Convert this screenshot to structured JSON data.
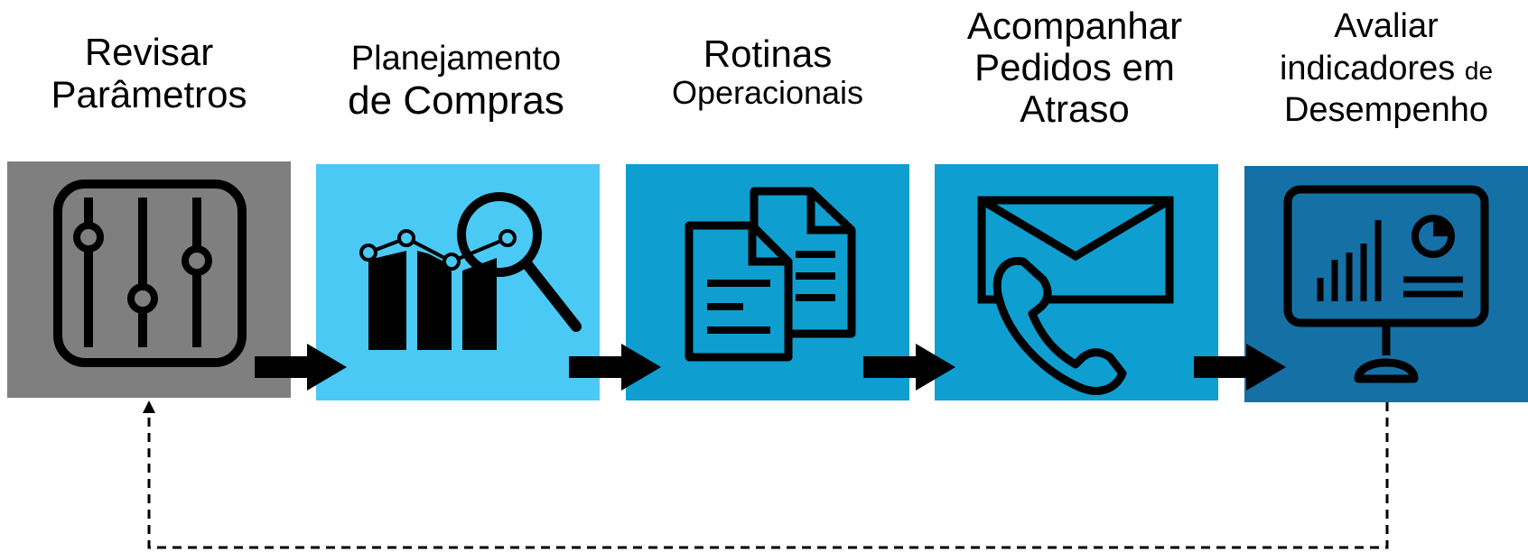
{
  "steps": [
    {
      "id": "revisar",
      "line1": "Revisar",
      "line2": "Parâmetros",
      "color": "#7f7f7f",
      "icon": "sliders-icon"
    },
    {
      "id": "planejamento",
      "line1": "Planejamento",
      "line2": "de Compras",
      "color": "#4ac9f5",
      "icon": "chart-magnifier-icon"
    },
    {
      "id": "rotinas",
      "line1": "Rotinas",
      "line2": "Operacionais",
      "color": "#0e9fd0",
      "icon": "documents-icon"
    },
    {
      "id": "acompanhar",
      "line1": "Acompanhar",
      "line2": "Pedidos em",
      "line3": "Atraso",
      "color": "#0e9fd0",
      "icon": "envelope-phone-icon"
    },
    {
      "id": "avaliar",
      "line1": "Avaliar",
      "line2": "indicadores",
      "line2b": "de",
      "line3": "Desempenho",
      "color": "#1570a6",
      "icon": "monitor-dashboard-icon"
    }
  ],
  "connectors": {
    "arrow_color": "#000000",
    "feedback_style": "dashed",
    "feedback_from": "avaliar",
    "feedback_to": "revisar"
  }
}
